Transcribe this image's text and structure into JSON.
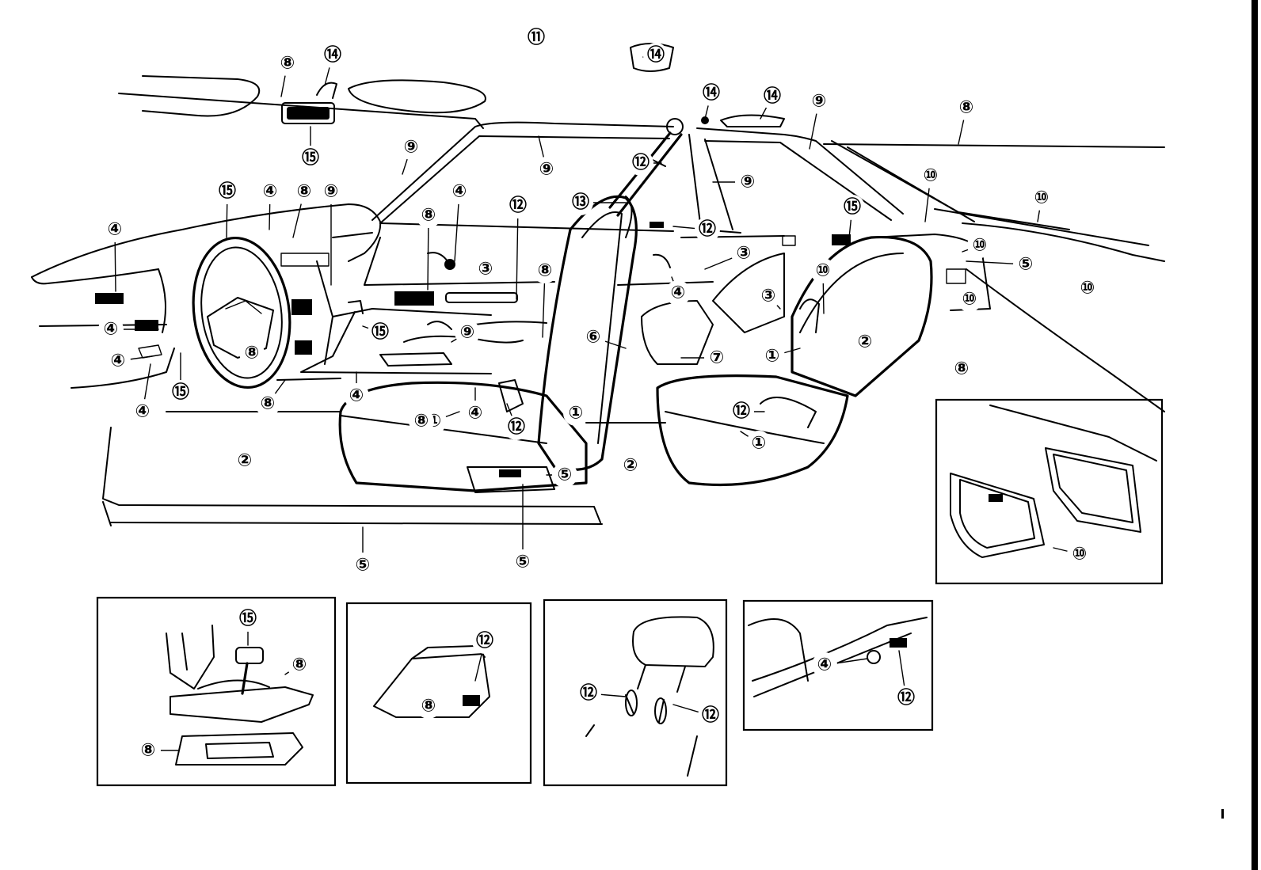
{
  "callouts": [
    {
      "label": "⑪"
    },
    {
      "label": "⑭"
    },
    {
      "label": "⑭"
    },
    {
      "label": "⑭"
    },
    {
      "label": "⑭"
    },
    {
      "label": "⑧"
    },
    {
      "label": "⑮"
    },
    {
      "label": "⑨"
    },
    {
      "label": "⑨"
    },
    {
      "label": "⑫"
    },
    {
      "label": "⑨"
    },
    {
      "label": "⑨"
    },
    {
      "label": "⑧"
    },
    {
      "label": "⑩"
    },
    {
      "label": "⑩"
    },
    {
      "label": "⑮"
    },
    {
      "label": "⑩"
    },
    {
      "label": "⑤"
    },
    {
      "label": "⑩"
    },
    {
      "label": "⑩"
    },
    {
      "label": "⑮"
    },
    {
      "label": "④"
    },
    {
      "label": "⑧"
    },
    {
      "label": "⑨"
    },
    {
      "label": "④"
    },
    {
      "label": "⑧"
    },
    {
      "label": "④"
    },
    {
      "label": "③"
    },
    {
      "label": "⑫"
    },
    {
      "label": "⑬"
    },
    {
      "label": "⑫"
    },
    {
      "label": "③"
    },
    {
      "label": "③"
    },
    {
      "label": "⑩"
    },
    {
      "label": "④"
    },
    {
      "label": "⑧"
    },
    {
      "label": "④"
    },
    {
      "label": "④"
    },
    {
      "label": "④"
    },
    {
      "label": "⑮"
    },
    {
      "label": "⑮"
    },
    {
      "label": "⑨"
    },
    {
      "label": "⑥"
    },
    {
      "label": "⑦"
    },
    {
      "label": "①"
    },
    {
      "label": "②"
    },
    {
      "label": "⑧"
    },
    {
      "label": "⑧"
    },
    {
      "label": "⑧"
    },
    {
      "label": "④"
    },
    {
      "label": "④"
    },
    {
      "label": "①"
    },
    {
      "label": "⑧"
    },
    {
      "label": "①"
    },
    {
      "label": "⑫"
    },
    {
      "label": "⑫"
    },
    {
      "label": "①"
    },
    {
      "label": "②"
    },
    {
      "label": "②"
    },
    {
      "label": "⑤"
    },
    {
      "label": "⑤"
    },
    {
      "label": "⑤"
    },
    {
      "label": "⑩"
    },
    {
      "label": "⑮"
    },
    {
      "label": "⑧"
    },
    {
      "label": "⑧"
    },
    {
      "label": "⑫"
    },
    {
      "label": "⑧"
    },
    {
      "label": "⑫"
    },
    {
      "label": "⑫"
    },
    {
      "label": "④"
    },
    {
      "label": "⑫"
    }
  ]
}
